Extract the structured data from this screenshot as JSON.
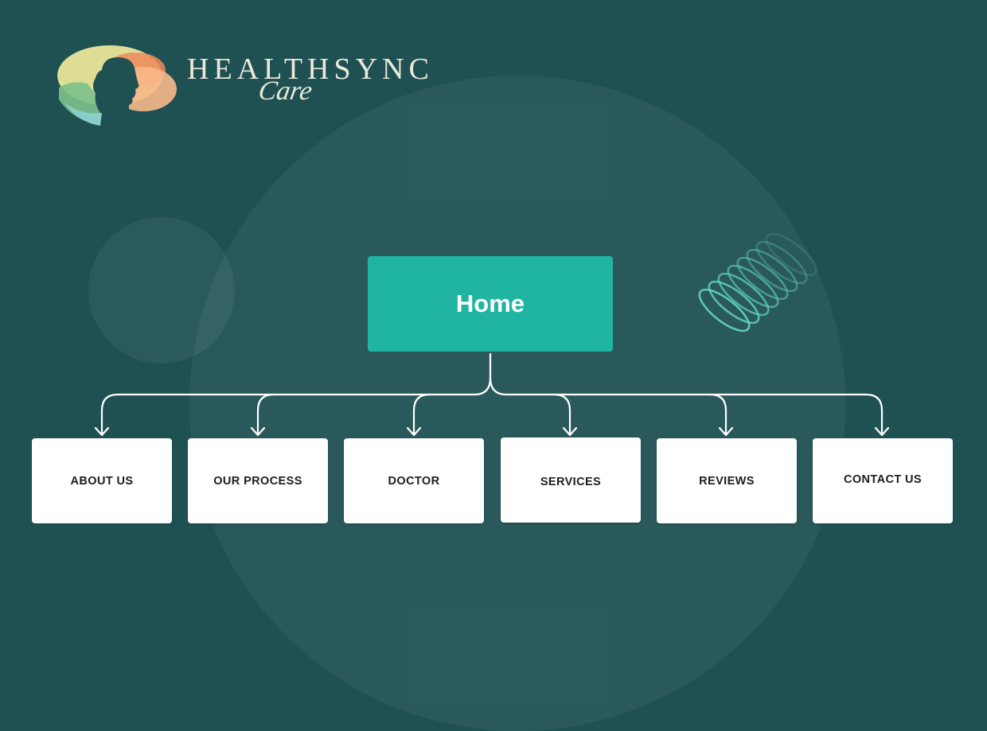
{
  "brand": {
    "name": "HEALTHSYNC",
    "tagline": "Care",
    "logo_icon": "head-silhouette-icon"
  },
  "colors": {
    "background": "#1f5153",
    "home_node": "#1fb5a2",
    "child_node": "#ffffff",
    "connector": "#ffffff",
    "spring_accent": "#5fd3c0"
  },
  "diagram": {
    "root": {
      "label": "Home"
    },
    "children": [
      {
        "label": "ABOUT US"
      },
      {
        "label": "OUR PROCESS"
      },
      {
        "label": "DOCTOR"
      },
      {
        "label": "SERVICES"
      },
      {
        "label": "REVIEWS"
      },
      {
        "label": "CONTACT US"
      }
    ]
  }
}
